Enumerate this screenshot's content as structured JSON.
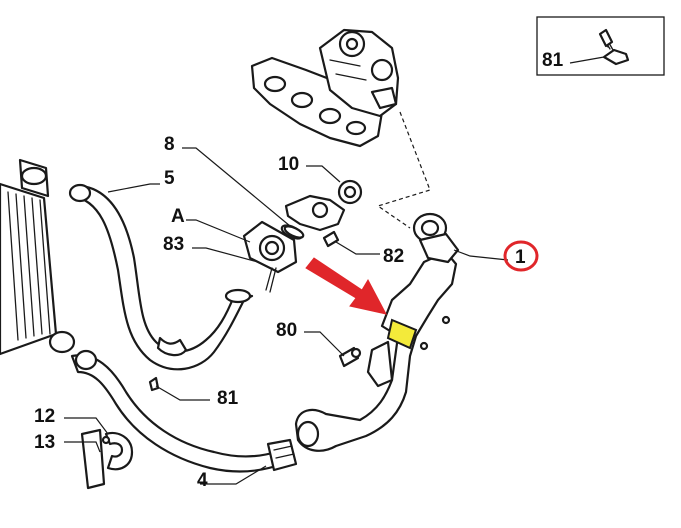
{
  "callouts": [
    {
      "id": "c81top",
      "text": "81"
    },
    {
      "id": "c8",
      "text": "8"
    },
    {
      "id": "c10",
      "text": "10"
    },
    {
      "id": "c5",
      "text": "5"
    },
    {
      "id": "cA",
      "text": "A"
    },
    {
      "id": "c83",
      "text": "83"
    },
    {
      "id": "c82",
      "text": "82"
    },
    {
      "id": "c1",
      "text": "1"
    },
    {
      "id": "c80",
      "text": "80"
    },
    {
      "id": "c81mid",
      "text": "81"
    },
    {
      "id": "c12",
      "text": "12"
    },
    {
      "id": "c13",
      "text": "13"
    },
    {
      "id": "c4",
      "text": "4"
    }
  ],
  "colors": {
    "highlight_circle": "#e0262a",
    "arrow": "#e0262a",
    "yellow_band": "#f3ea3a",
    "line": "#1a1a1a"
  },
  "icons": [
    "bolt-icon",
    "red-arrow-icon",
    "highlight-circle-icon"
  ]
}
